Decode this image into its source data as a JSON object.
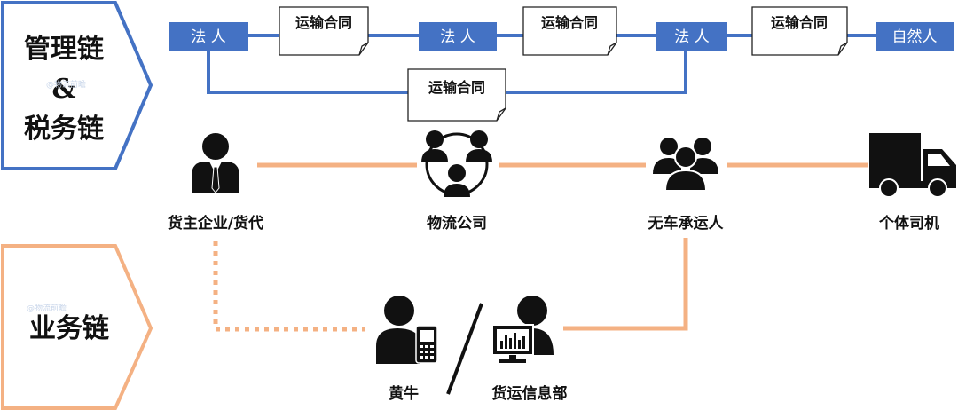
{
  "management_chain": {
    "title_top": "管理链",
    "ampersand": "&",
    "title_bottom": "税务链",
    "watermark": "@物流前瞻",
    "parties": [
      "法 人",
      "法 人",
      "法 人",
      "自然人"
    ],
    "contracts": [
      "运输合同",
      "运输合同",
      "运输合同",
      "运输合同"
    ]
  },
  "actors": {
    "shipper": "货主企业/货代",
    "logistics_company": "物流公司",
    "nvocc": "无车承运人",
    "driver": "个体司机"
  },
  "business_chain": {
    "title": "业务链",
    "watermark": "@物流前瞻",
    "broker": "黄牛",
    "info_dept": "货运信息部"
  },
  "colors": {
    "blue": "#4472c4",
    "orange": "#f4b183",
    "black": "#111111"
  }
}
